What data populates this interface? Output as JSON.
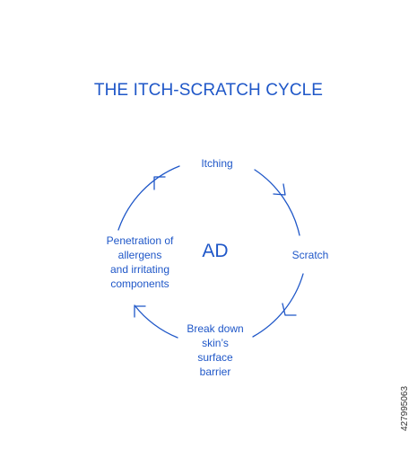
{
  "title": "THE ITCH-SCRATCH CYCLE",
  "center": "AD",
  "steps": {
    "itching": [
      "Itching"
    ],
    "scratch": [
      "Scratch"
    ],
    "breakdown": [
      "Break down",
      "skin’s",
      "surface",
      "barrier"
    ],
    "penetration": [
      "Penetration of",
      "allergens",
      "and irritating",
      "components"
    ]
  },
  "side_id": "427995063",
  "colors": {
    "accent": "#1f57c8",
    "background": "#ffffff"
  }
}
